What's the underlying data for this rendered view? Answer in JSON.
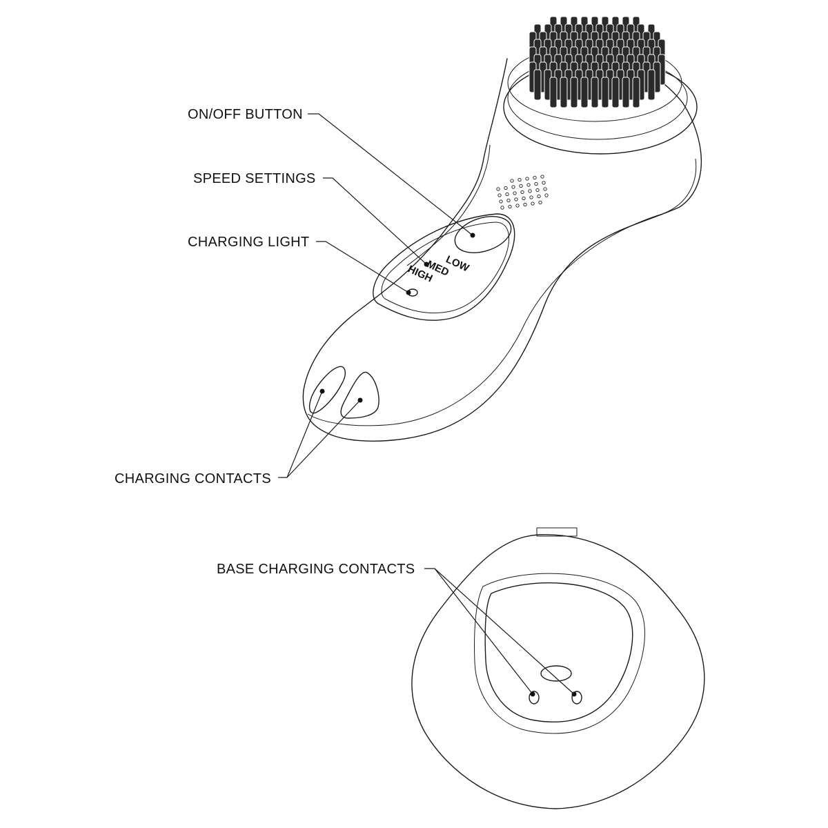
{
  "callouts": {
    "on_off_button": "ON/OFF BUTTON",
    "speed_settings": "SPEED SETTINGS",
    "charging_light": "CHARGING LIGHT",
    "charging_contacts": "CHARGING CONTACTS",
    "base_charging_contacts": "BASE CHARGING CONTACTS"
  },
  "speed_panel": {
    "low": "LOW",
    "med": "MED",
    "high": "HIGH"
  }
}
